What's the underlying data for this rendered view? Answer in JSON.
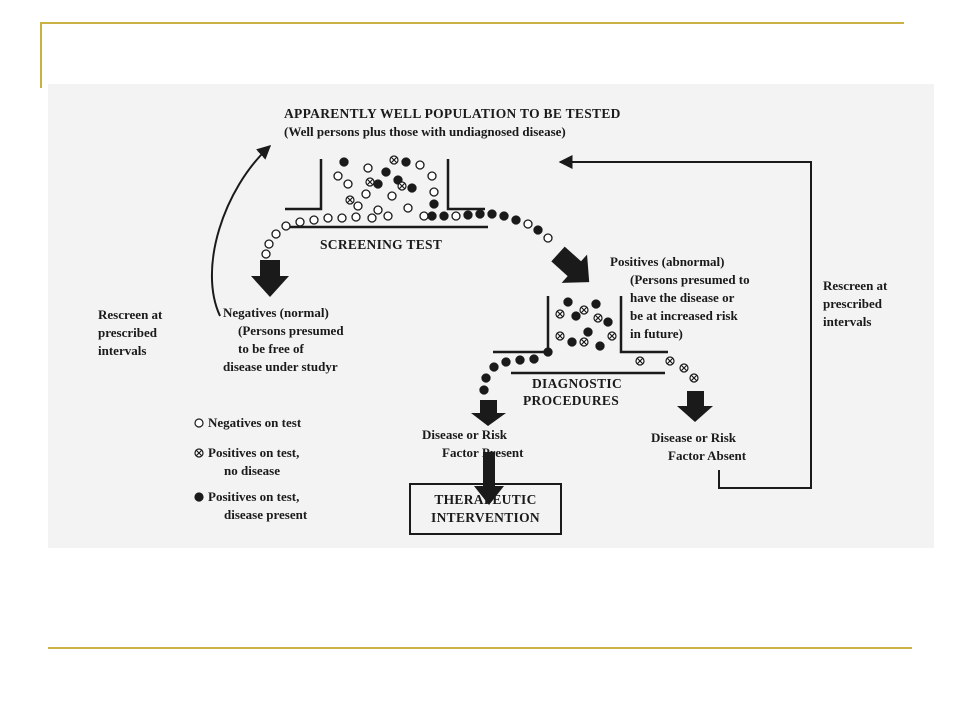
{
  "colors": {
    "accent": "#c9b146",
    "figure_bg": "#f3f3f3",
    "ink": "#1a1a1a"
  },
  "legend": {
    "negatives": "Negatives on test",
    "positives_no_disease_1": "Positives on test,",
    "positives_no_disease_2": "no disease",
    "positives_disease_1": "Positives on test,",
    "positives_disease_2": "disease present"
  },
  "nodes": {
    "population_title": "APPARENTLY WELL POPULATION TO BE TESTED",
    "population_subtitle": "(Well persons plus those with undiagnosed disease)",
    "screening_test": "SCREENING TEST",
    "positives": {
      "line1": "Positives (abnormal)",
      "line2": "(Persons presumed to",
      "line3": "have the disease or",
      "line4": "be at increased risk",
      "line5": "in future)"
    },
    "negatives": {
      "line1": "Negatives (normal)",
      "line2": "(Persons presumed",
      "line3": "to be free of",
      "line4": "disease under studyr"
    },
    "diagnostic_1": "DIAGNOSTIC",
    "diagnostic_2": "PROCEDURES",
    "disease_present_1": "Disease or Risk",
    "disease_present_2": "Factor Present",
    "disease_absent_1": "Disease or Risk",
    "disease_absent_2": "Factor Absent",
    "therapeutic_1": "THERAPEUTIC",
    "therapeutic_2": "INTERVENTION",
    "rescreen_left": {
      "line1": "Rescreen at",
      "line2": "prescribed",
      "line3": "intervals"
    },
    "rescreen_right": {
      "line1": "Rescreen at",
      "line2": "prescribed",
      "line3": "intervals"
    }
  }
}
